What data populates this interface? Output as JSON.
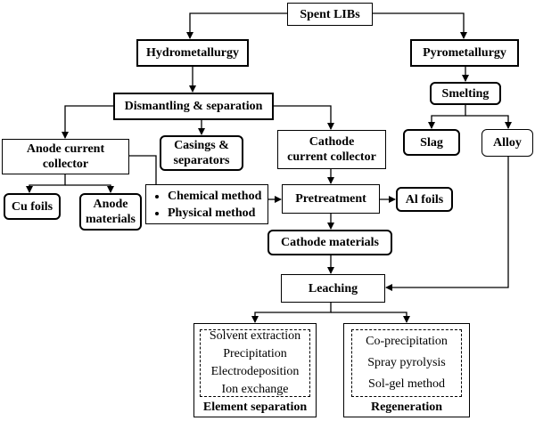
{
  "nodes": {
    "spent_libs": "Spent LIBs",
    "hydrometallurgy": "Hydrometallurgy",
    "pyrometallurgy": "Pyrometallurgy",
    "dismantling": "Dismantling & separation",
    "smelting": "Smelting",
    "anode_collector": [
      "Anode current",
      "collector"
    ],
    "casings": [
      "Casings &",
      "separators"
    ],
    "cathode_collector": [
      "Cathode",
      "current collector"
    ],
    "slag": "Slag",
    "alloy": "Alloy",
    "cu_foils": "Cu foils",
    "anode_materials": [
      "Anode",
      "materials"
    ],
    "methods": [
      "Chemical method",
      "Physical method"
    ],
    "pretreatment": "Pretreatment",
    "al_foils": "Al foils",
    "cathode_materials": "Cathode materials",
    "leaching": "Leaching"
  },
  "element_separation": {
    "title": "Element separation",
    "items": [
      "Solvent extraction",
      "Precipitation",
      "Electrodeposition",
      "Ion exchange"
    ]
  },
  "regeneration": {
    "title": "Regeneration",
    "items": [
      "Co-precipitation",
      "Spray pyrolysis",
      "Sol-gel method"
    ]
  }
}
